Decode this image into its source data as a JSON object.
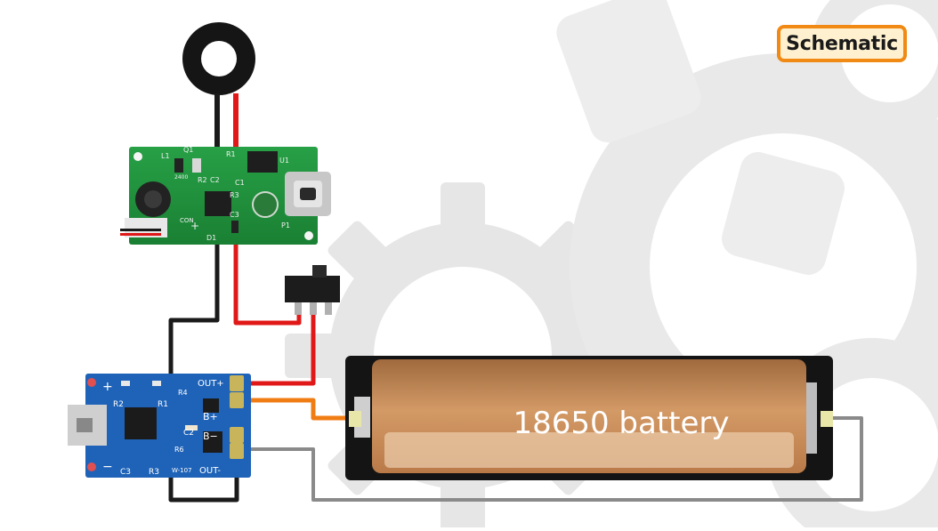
{
  "badge": {
    "label": "Schematic"
  },
  "battery": {
    "label": "18650 battery"
  },
  "driver_board": {
    "labels": {
      "r1": "R1",
      "q1": "Q1",
      "l1": "L1",
      "c2": "C2",
      "r2": "R2",
      "r3": "R3",
      "c3": "C3",
      "c1": "C1",
      "d1": "D1",
      "u1": "U1",
      "p1": "P1",
      "plus": "+",
      "con": "CON",
      "ic": "2400"
    }
  },
  "charger_board": {
    "pins": {
      "out_plus": "OUT+",
      "b_plus": "B+",
      "b_minus": "B−",
      "out_minus": "OUT-"
    },
    "labels": {
      "plus": "+",
      "minus": "−",
      "r2": "R2",
      "r1": "R1",
      "c3": "C3",
      "r3": "R3",
      "c2": "C2",
      "r4": "R4",
      "r6": "R6",
      "model": "W-107"
    }
  },
  "colors": {
    "wire_red": "#e01818",
    "wire_black": "#1a1a1a",
    "wire_orange": "#f07d14",
    "wire_gray": "#8a8a8a",
    "badge_border": "#f08a14",
    "badge_fill": "#fff1cf",
    "pcb_green": "#1d8f3a",
    "pcb_blue": "#1f63b8",
    "battery_brown": "#c98a55"
  },
  "icons": {
    "background": "gear-icon"
  }
}
